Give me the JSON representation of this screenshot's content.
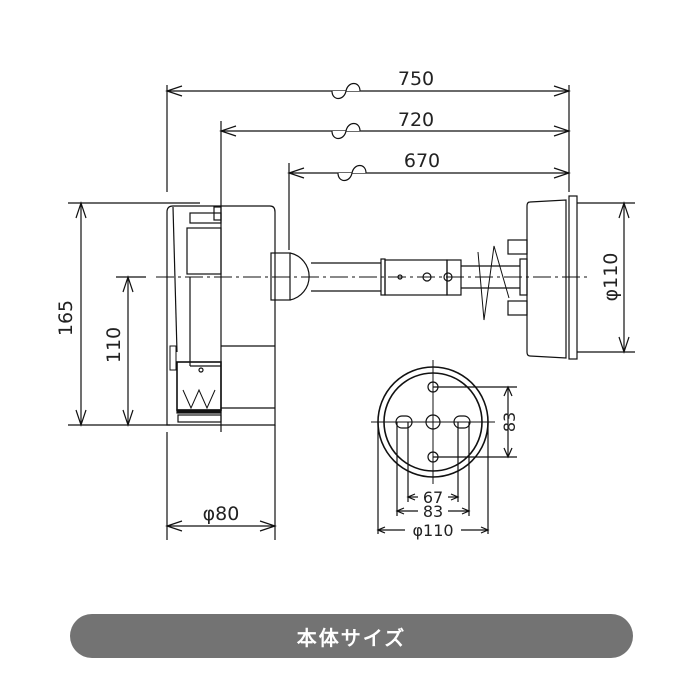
{
  "drawing": {
    "stroke_color": "#111111",
    "text_color": "#222222",
    "side_view": {
      "overall_length_label": "750",
      "arm_length_label": "720",
      "arm_reach_label": "670",
      "height_label": "165",
      "center_height_label": "110",
      "body_diameter_label": "φ80",
      "base_diameter_label": "φ110"
    },
    "base_plate_view": {
      "vertical_hole_pitch_label": "83",
      "inner_slot_pitch_label": "67",
      "outer_slot_pitch_label": "83",
      "plate_diameter_label": "φ110"
    }
  },
  "banner": {
    "label": "本体サイズ",
    "bg_color": "#737373",
    "text_color": "#ffffff"
  }
}
